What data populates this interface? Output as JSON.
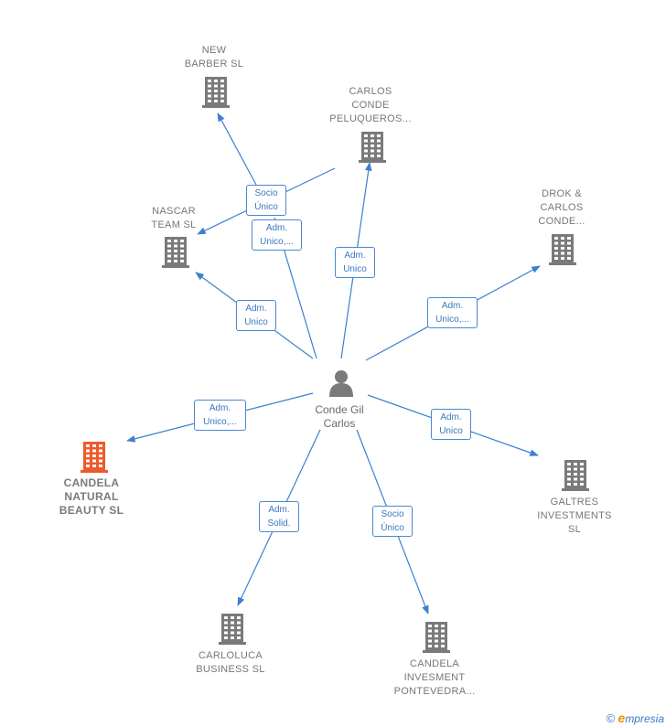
{
  "center": {
    "name_line1": "Conde Gil",
    "name_line2": "Carlos"
  },
  "companies": [
    {
      "id": "new-barber",
      "lines": [
        "NEW",
        "BARBER  SL"
      ],
      "highlight": false
    },
    {
      "id": "carlos-conde",
      "lines": [
        "CARLOS",
        "CONDE",
        "PELUQUEROS..."
      ],
      "highlight": false
    },
    {
      "id": "nascar",
      "lines": [
        "NASCAR",
        "TEAM  SL"
      ],
      "highlight": false
    },
    {
      "id": "drok",
      "lines": [
        "DROK &",
        "CARLOS",
        "CONDE..."
      ],
      "highlight": false
    },
    {
      "id": "candela-natural",
      "lines": [
        "CANDELA",
        "NATURAL",
        "BEAUTY  SL"
      ],
      "highlight": true
    },
    {
      "id": "galtres",
      "lines": [
        "GALTRES",
        "INVESTMENTS",
        "SL"
      ],
      "highlight": false
    },
    {
      "id": "carloluca",
      "lines": [
        "CARLOLUCA",
        "BUSINESS  SL"
      ],
      "highlight": false
    },
    {
      "id": "candela-invesment",
      "lines": [
        "CANDELA",
        "INVESMENT",
        "PONTEVEDRA..."
      ],
      "highlight": false
    }
  ],
  "relations": [
    {
      "to": "new-barber",
      "lines": [
        "Socio",
        "Único"
      ]
    },
    {
      "to": "nascar",
      "lines": [
        "Adm.",
        "Unico,..."
      ]
    },
    {
      "to": "carlos-conde",
      "lines": [
        "Adm.",
        "Unico"
      ]
    },
    {
      "to": "nascar",
      "lines": [
        "Adm.",
        "Unico"
      ]
    },
    {
      "to": "drok",
      "lines": [
        "Adm.",
        "Unico,..."
      ]
    },
    {
      "to": "candela-natural",
      "lines": [
        "Adm.",
        "Unico,..."
      ]
    },
    {
      "to": "galtres",
      "lines": [
        "Adm.",
        "Unico"
      ]
    },
    {
      "to": "carloluca",
      "lines": [
        "Adm.",
        "Solid."
      ]
    },
    {
      "to": "candela-invesment",
      "lines": [
        "Socio",
        "Único"
      ]
    }
  ],
  "colors": {
    "edge": "#3d7fd0",
    "building": "#7a7a7a",
    "building_highlight": "#f05a28",
    "person": "#7a7a7a"
  },
  "footer": {
    "copyright_symbol": "©",
    "brand_initial": "e",
    "brand_rest": "mpresia"
  }
}
